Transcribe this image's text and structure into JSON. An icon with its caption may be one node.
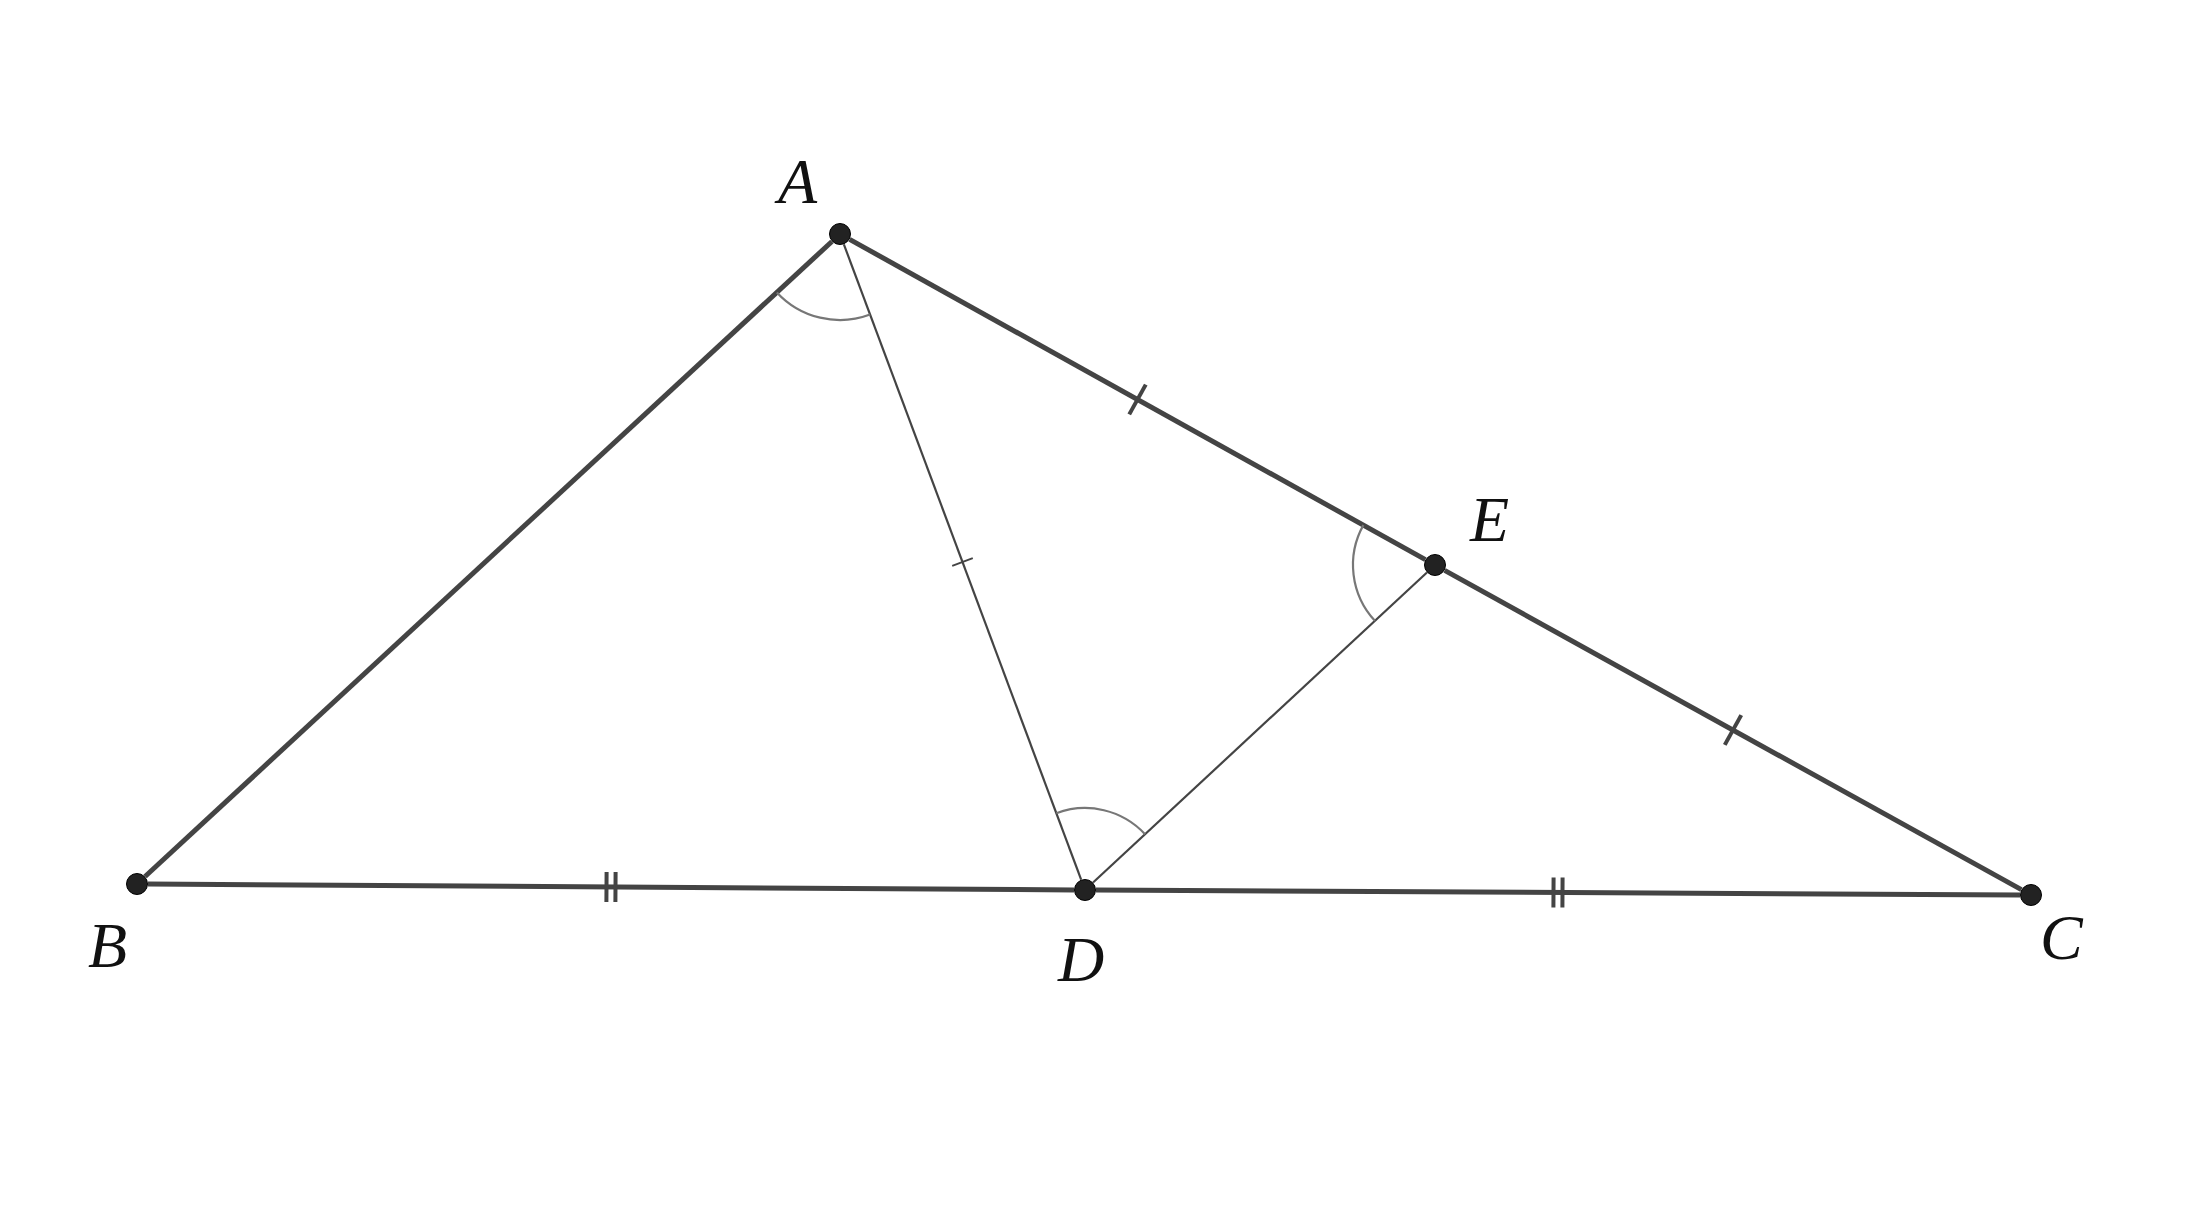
{
  "diagram": {
    "nodes": [
      {
        "text": [
          "A"
        ]
      },
      {
        "text": [
          "B"
        ]
      },
      {
        "text": [
          "C"
        ]
      },
      {
        "text": [
          "D"
        ]
      },
      {
        "text": [
          "E"
        ]
      }
    ],
    "edges": [
      {
        "from": 0,
        "to": 1,
        "arrow": "none"
      },
      {
        "from": 0,
        "to": 4,
        "arrow": "none"
      },
      {
        "from": 4,
        "to": 2,
        "arrow": "none"
      },
      {
        "from": 1,
        "to": 3,
        "arrow": "none"
      },
      {
        "from": 3,
        "to": 2,
        "arrow": "none"
      },
      {
        "from": 0,
        "to": 3,
        "arrow": "none"
      },
      {
        "from": 3,
        "to": 4,
        "arrow": "none"
      }
    ]
  }
}
